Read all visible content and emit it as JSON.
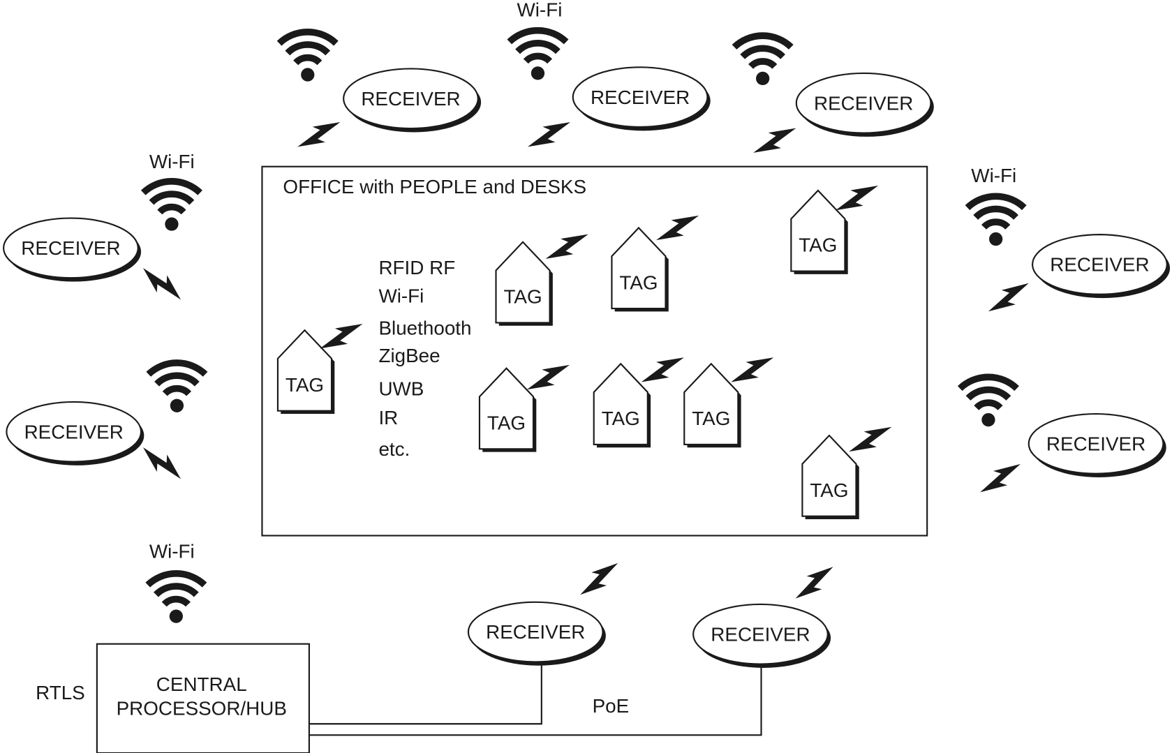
{
  "diagram": {
    "office_label": "OFFICE with PEOPLE and DESKS",
    "technologies": [
      "RFID RF",
      "Wi-Fi",
      "Bluethooth",
      "ZigBee",
      "UWB",
      "IR",
      "etc."
    ],
    "wifi_label": "Wi-Fi",
    "receiver_label": "RECEIVER",
    "tag_label": "TAG",
    "hub_line1": "CENTRAL",
    "hub_line2": "PROCESSOR/HUB",
    "rtls_label": "RTLS",
    "poe_label": "PoE",
    "colors": {
      "ink": "#1a1a1a",
      "background": "#ffffff"
    }
  }
}
